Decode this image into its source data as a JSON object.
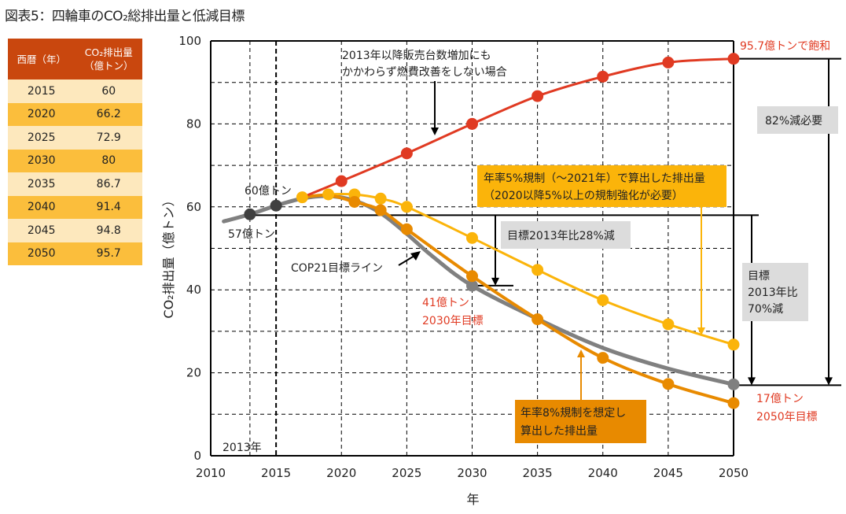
{
  "title": "図表5：四輪車のCO₂総排出量と低減目標",
  "table": {
    "headers": [
      "西暦（年）",
      "CO₂排出量（億トン）"
    ],
    "header_lines": [
      [
        "西暦（年）"
      ],
      [
        "CO₂排出量",
        "（億トン）"
      ]
    ],
    "rows": [
      [
        "2015",
        "60"
      ],
      [
        "2020",
        "66.2"
      ],
      [
        "2025",
        "72.9"
      ],
      [
        "2030",
        "80"
      ],
      [
        "2035",
        "86.7"
      ],
      [
        "2040",
        "91.4"
      ],
      [
        "2045",
        "94.8"
      ],
      [
        "2050",
        "95.7"
      ]
    ]
  },
  "colors": {
    "no_improvement": "#e03a22",
    "reg5": "#fbb40a",
    "reg8": "#e88a00",
    "cop21": "#808080",
    "history": "#404040",
    "table_header": "#c9470e",
    "callout_gray": "#dcdcdc",
    "red_text": "#e03a22"
  },
  "chart_data": {
    "type": "line",
    "title": "",
    "xlabel": "年",
    "ylabel": "CO₂排出量（億トン）",
    "xlim": [
      2010,
      2050
    ],
    "ylim": [
      0,
      100
    ],
    "xticks": [
      "2010",
      "2015",
      "2020",
      "2025",
      "2030",
      "2035",
      "2040",
      "2045",
      "2050"
    ],
    "yticks": [
      "0",
      "20",
      "40",
      "60",
      "80",
      "100"
    ],
    "grid": true,
    "series": [
      {
        "name": "2013年以降販売台数増加にもかかわらず燃費改善をしない場合",
        "key": "no_improvement",
        "x": [
          2017,
          2020,
          2025,
          2030,
          2035,
          2040,
          2045,
          2050
        ],
        "y": [
          62.3,
          66.2,
          72.9,
          80,
          86.7,
          91.4,
          94.8,
          95.7
        ],
        "markers_from": 1
      },
      {
        "name": "年率5%規制（〜2021年）で算出した排出量",
        "key": "reg5",
        "x": [
          2017,
          2019,
          2021,
          2023,
          2025,
          2030,
          2035,
          2040,
          2045,
          2050
        ],
        "y": [
          62.3,
          63,
          63,
          62,
          60,
          52.5,
          44.8,
          37.5,
          31.7,
          26.8
        ],
        "markers_from": 0
      },
      {
        "name": "年率8%規制を想定し算出した排出量",
        "key": "reg8",
        "x": [
          2017,
          2019,
          2021,
          2023,
          2025,
          2030,
          2035,
          2040,
          2045,
          2050
        ],
        "y": [
          62.3,
          62.8,
          61.2,
          59.2,
          54.6,
          43.3,
          32.9,
          23.6,
          17.3,
          12.7
        ],
        "markers_from": 2
      },
      {
        "name": "COP21目標ライン",
        "key": "cop21",
        "x": [
          2011,
          2013,
          2015,
          2017,
          2019,
          2021,
          2023,
          2025,
          2027,
          2030,
          2035,
          2040,
          2045,
          2050
        ],
        "y": [
          56.5,
          58.2,
          60.3,
          62,
          62.6,
          61.5,
          58.5,
          53.5,
          48,
          41,
          33,
          26,
          21,
          17.2
        ],
        "markers": [
          [
            2013,
            58.2
          ],
          [
            2015,
            60.3
          ],
          [
            2030,
            41
          ],
          [
            2050,
            17.2
          ]
        ]
      }
    ],
    "reference_lines": {
      "baseline_2013_level": 58,
      "target_2030_level": 41,
      "target_2050_level": 17,
      "saturation_level": 95.7,
      "year_2013_marker": 2015
    },
    "annotations": [
      {
        "key": "no_improvement_lines",
        "lines": [
          "2013年以降販売台数増加にも",
          "かかわらず燃費改善をしない場合"
        ]
      },
      {
        "key": "saturation",
        "text": "95.7億トンで飽和"
      },
      {
        "key": "reduction82",
        "text": "82%減必要"
      },
      {
        "key": "reg5_box",
        "lines": [
          "年率5%規制（〜2021年）で算出した排出量",
          "（2020以降5%以上の規制強化が必要）"
        ]
      },
      {
        "key": "target28",
        "text": "目標2013年比28%減"
      },
      {
        "key": "target70",
        "lines": [
          "目標",
          "2013年比",
          "70%減"
        ]
      },
      {
        "key": "t60",
        "text": "60億トン"
      },
      {
        "key": "t57",
        "text": "57億トン"
      },
      {
        "key": "cop21_label",
        "text": "COP21目標ライン"
      },
      {
        "key": "t41",
        "lines": [
          "41億トン",
          "2030年目標"
        ]
      },
      {
        "key": "t17",
        "lines": [
          "17億トン",
          "2050年目標"
        ]
      },
      {
        "key": "reg8_box",
        "lines": [
          "年率8%規制を想定し",
          "算出した排出量"
        ]
      },
      {
        "key": "y2013",
        "text": "2013年"
      }
    ]
  }
}
